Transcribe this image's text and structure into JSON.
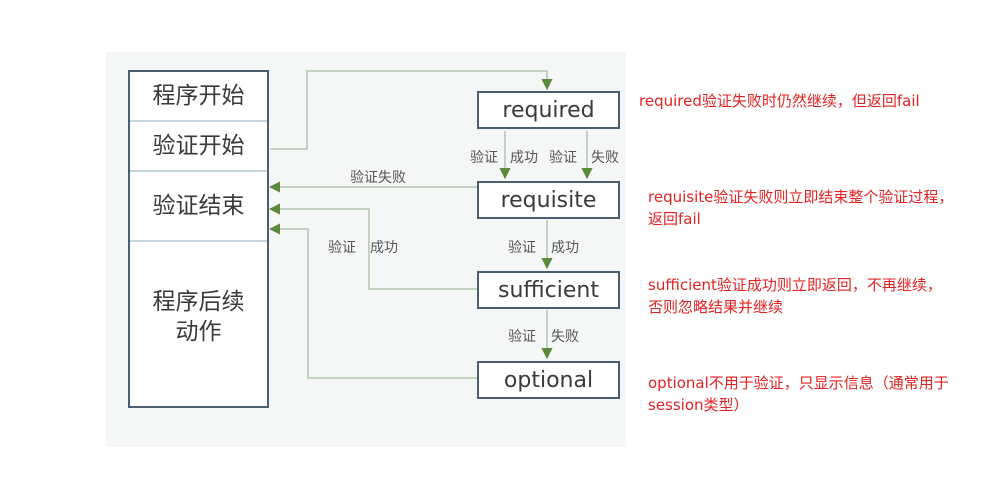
{
  "flow": {
    "sections": [
      "程序开始",
      "验证开始",
      "验证结束",
      "程序后续\n动作"
    ],
    "modules": [
      "required",
      "requisite",
      "sufficient",
      "optional"
    ]
  },
  "labels": {
    "validate": "验证",
    "success": "成功",
    "failure": "失败",
    "validation_failure": "验证失败"
  },
  "notes": {
    "required": "required验证失败时仍然继续，但返回fail",
    "requisite": "requisite验证失败则立即结束整个验证过程，返回fail",
    "sufficient": "sufficient验证成功则立即返回，不再继续，否则忽略结果并继续",
    "optional": "optional不用于验证，只显示信息（通常用于session类型）"
  },
  "colors": {
    "arrow": "#5c8a3c",
    "wire": "#b5c9b0",
    "box_border": "#4c5e72",
    "note_text": "#e52222"
  }
}
